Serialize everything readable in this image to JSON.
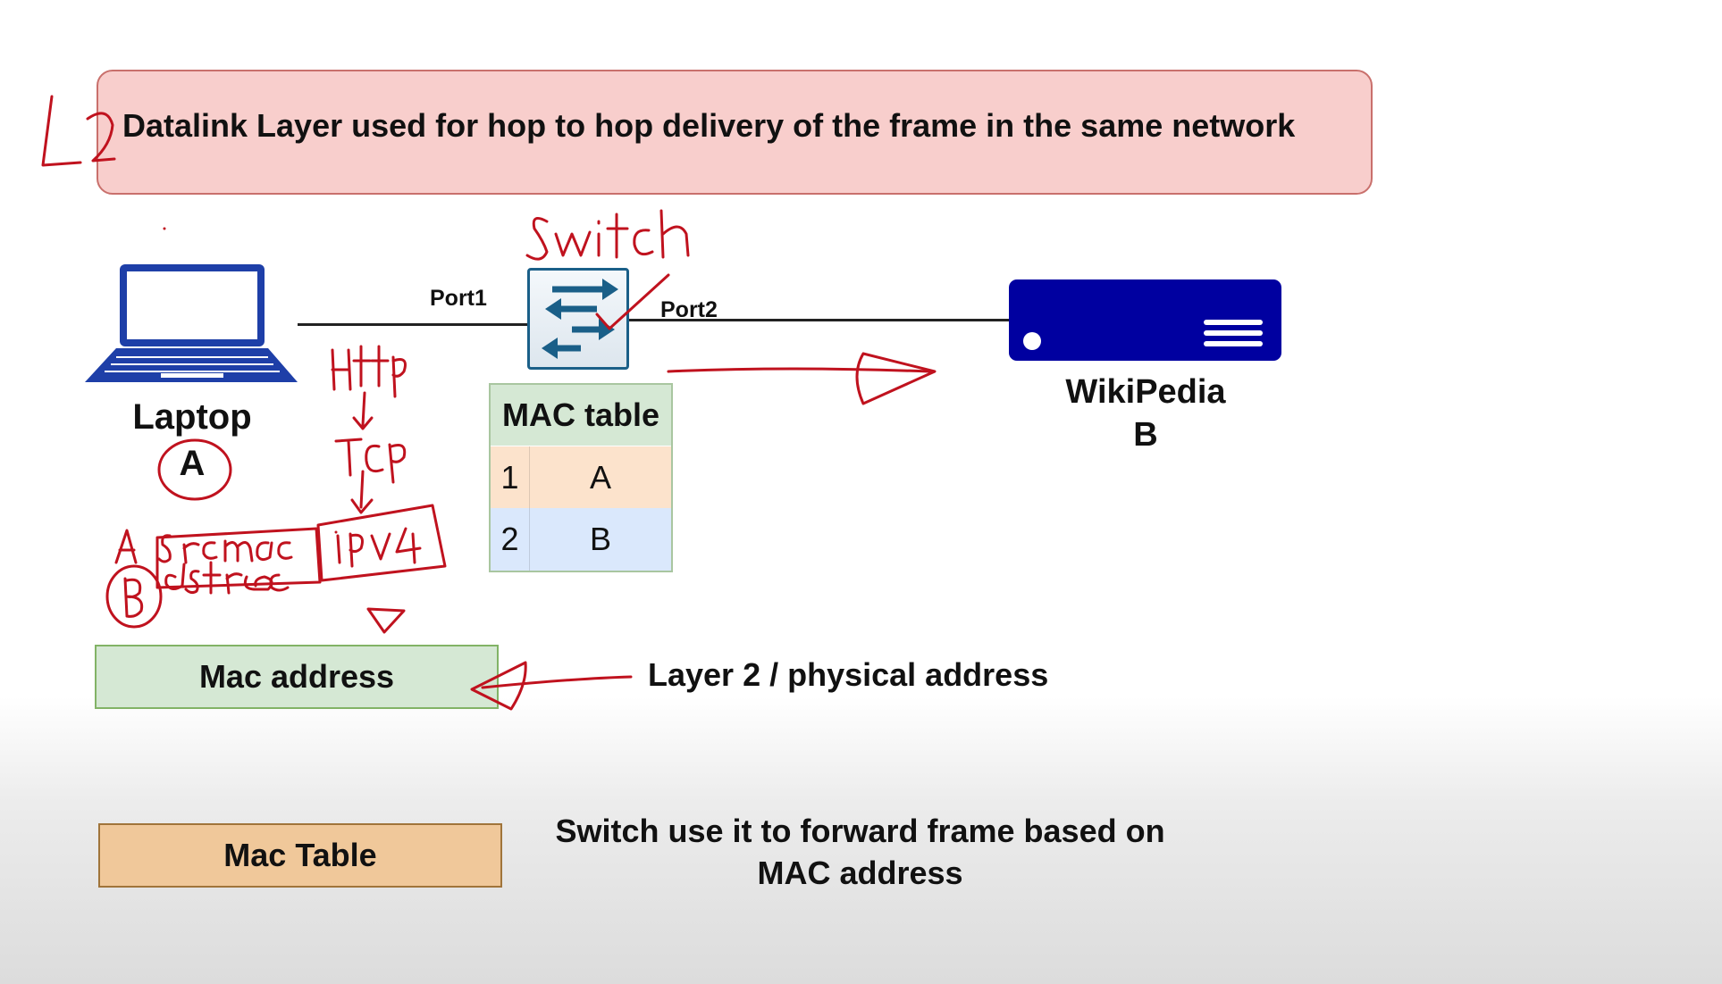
{
  "banner": {
    "text": "Datalink Layer used for hop to hop delivery of the frame in the same network"
  },
  "network": {
    "port1_label": "Port1",
    "port2_label": "Port2",
    "laptop_label": "Laptop",
    "laptop_letter": "A",
    "server_label": "WikiPedia",
    "server_letter": "B"
  },
  "mac_table": {
    "title": "MAC table",
    "rows": [
      {
        "port": "1",
        "host": "A",
        "color": "#fce3cc"
      },
      {
        "port": "2",
        "host": "B",
        "color": "#dae8fc"
      }
    ]
  },
  "mac_address": {
    "label": "Mac address",
    "description": "Layer 2 / physical address"
  },
  "mac_table_box": {
    "label": "Mac Table",
    "description_line1": "Switch use it to forward frame based on",
    "description_line2": "MAC address"
  },
  "annotations": {
    "color": "#c0121e",
    "layer_mark": "L2",
    "switch": "switch",
    "http": "Http",
    "tcp": "TCP",
    "ipv4": "IPV4",
    "src_mac": "srcmac",
    "dst_mac": "dstmac",
    "a_letter": "A",
    "b_letter": "B"
  },
  "colors": {
    "laptop": "#1e3fa8",
    "server": "#0000a0",
    "switch_arrows": "#1a5f88"
  }
}
